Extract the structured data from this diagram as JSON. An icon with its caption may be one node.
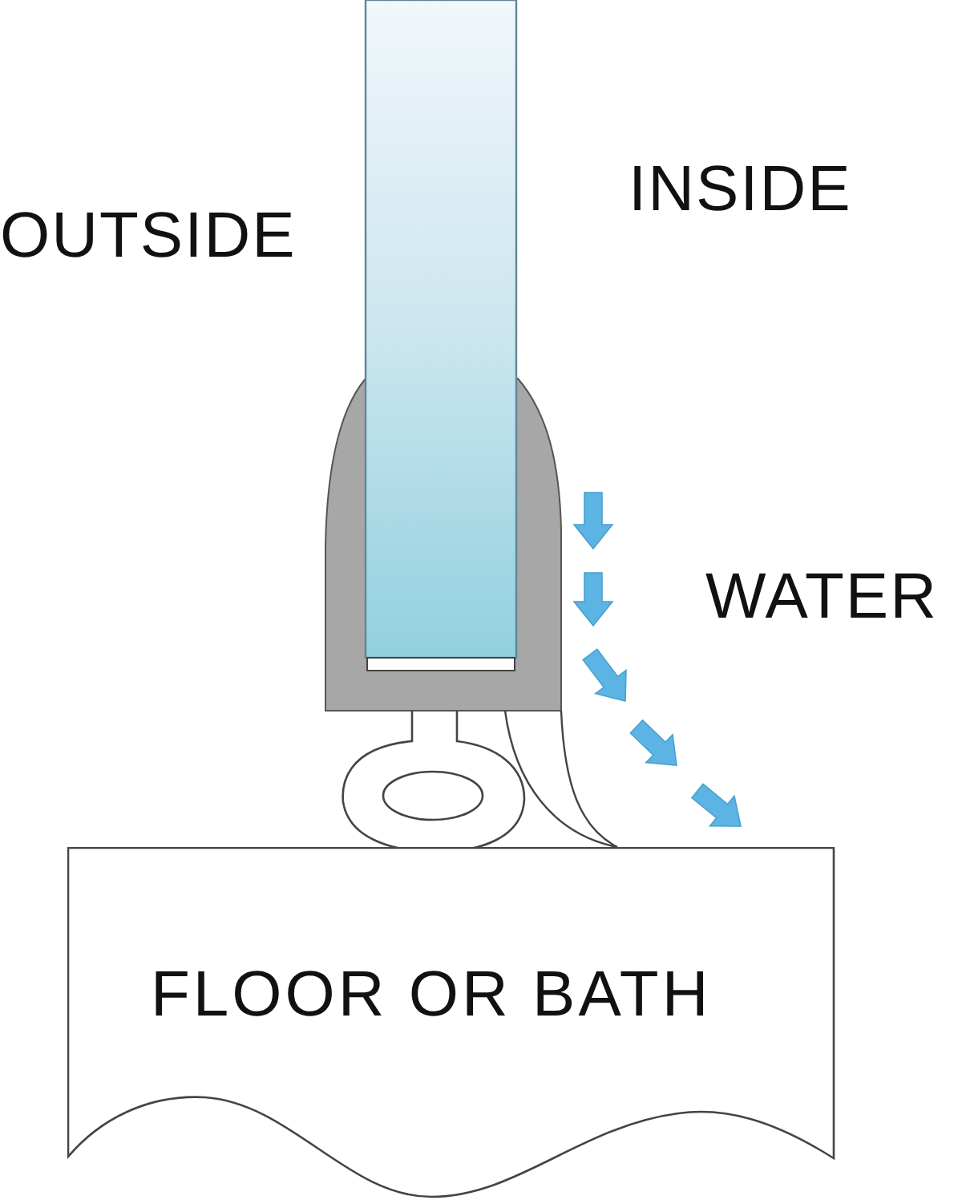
{
  "diagram": {
    "nodes": [
      {
        "text": [
          "FLOOR OR BATH"
        ]
      }
    ],
    "labels": [
      "OUTSIDE",
      "INSIDE",
      "WATER"
    ]
  }
}
